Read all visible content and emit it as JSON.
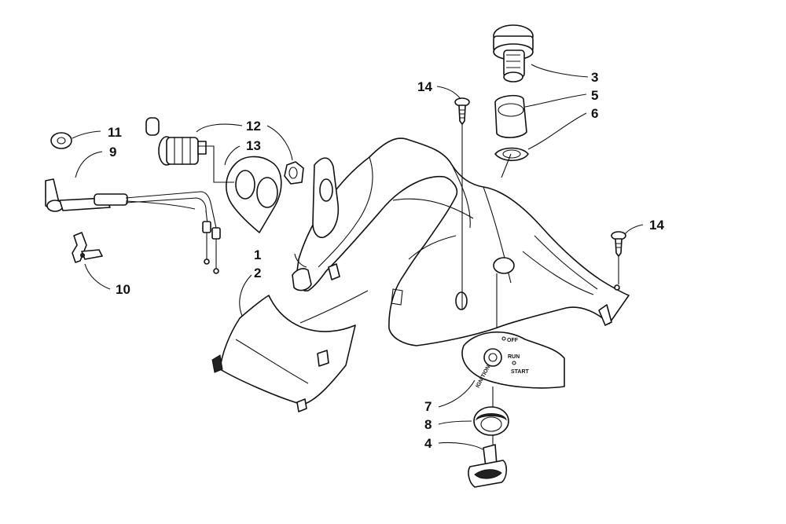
{
  "callouts": {
    "c1": "1",
    "c2": "2",
    "c3": "3",
    "c4": "4",
    "c5": "5",
    "c6": "6",
    "c7": "7",
    "c8": "8",
    "c9": "9",
    "c10": "10",
    "c11": "11",
    "c12": "12",
    "c13": "13",
    "c14a": "14",
    "c14b": "14"
  },
  "ignition_plate": {
    "off": "OFF",
    "run": "RUN",
    "start": "START",
    "ignition": "IGNITION"
  },
  "colors": {
    "line": "#111111",
    "background": "#ffffff"
  }
}
